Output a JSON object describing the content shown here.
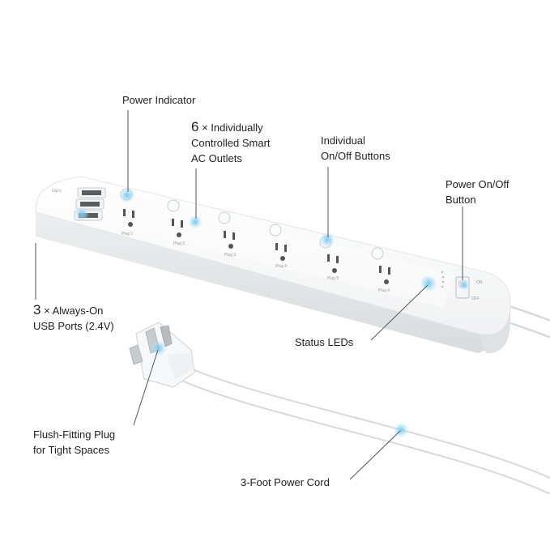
{
  "callouts": {
    "power_indicator": {
      "text": "Power Indicator"
    },
    "smart_outlets": {
      "count": "6",
      "line1": " × Individually",
      "line2": "Controlled Smart",
      "line3": "AC Outlets"
    },
    "onoff_buttons": {
      "line1": "Individual",
      "line2": "On/Off Buttons"
    },
    "power_button": {
      "line1": "Power On/Off",
      "line2": "Button"
    },
    "usb_ports": {
      "count": "3",
      "line1": " × Always-On",
      "line2": "USB Ports (2.4V)"
    },
    "status_leds": {
      "text": "Status LEDs"
    },
    "flush_plug": {
      "line1": "Flush-Fitting Plug",
      "line2": "for Tight Spaces"
    },
    "power_cord": {
      "text": "3-Foot Power Cord"
    }
  },
  "device": {
    "brand": "tapo",
    "outlet_labels": [
      "Plug 1",
      "Plug 2",
      "Plug 3",
      "Plug 4",
      "Plug 5",
      "Plug 6"
    ],
    "switch_labels": {
      "on": "ON",
      "off": "OFF"
    }
  },
  "colors": {
    "accent_blue": "#3aa8e0",
    "callout_line": "#555555",
    "body_white": "#ffffff"
  }
}
